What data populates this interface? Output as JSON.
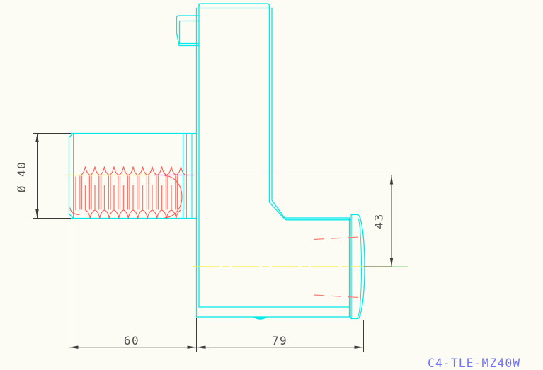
{
  "drawing": {
    "title_label": "C4-TLE-MZ40W",
    "dimensions": {
      "shank_diameter": "Ø 40",
      "axis_offset": "43",
      "shank_length": "60",
      "body_length": "79"
    },
    "colors": {
      "background": "#fcfcf4",
      "outline": "#00e9e9",
      "outline_soft": "#5df2f2",
      "thread": "#ff5a52",
      "thread_hidden": "#ff7a72",
      "centerline": "#f4f43a",
      "highlight": "#ee3cee",
      "extension_olive": "#7c7c50",
      "extension_green": "#8fe08f",
      "dimension": "#3a3a3a",
      "dimension_text": "#4f4f4f",
      "title_text": "#7373fa"
    }
  }
}
